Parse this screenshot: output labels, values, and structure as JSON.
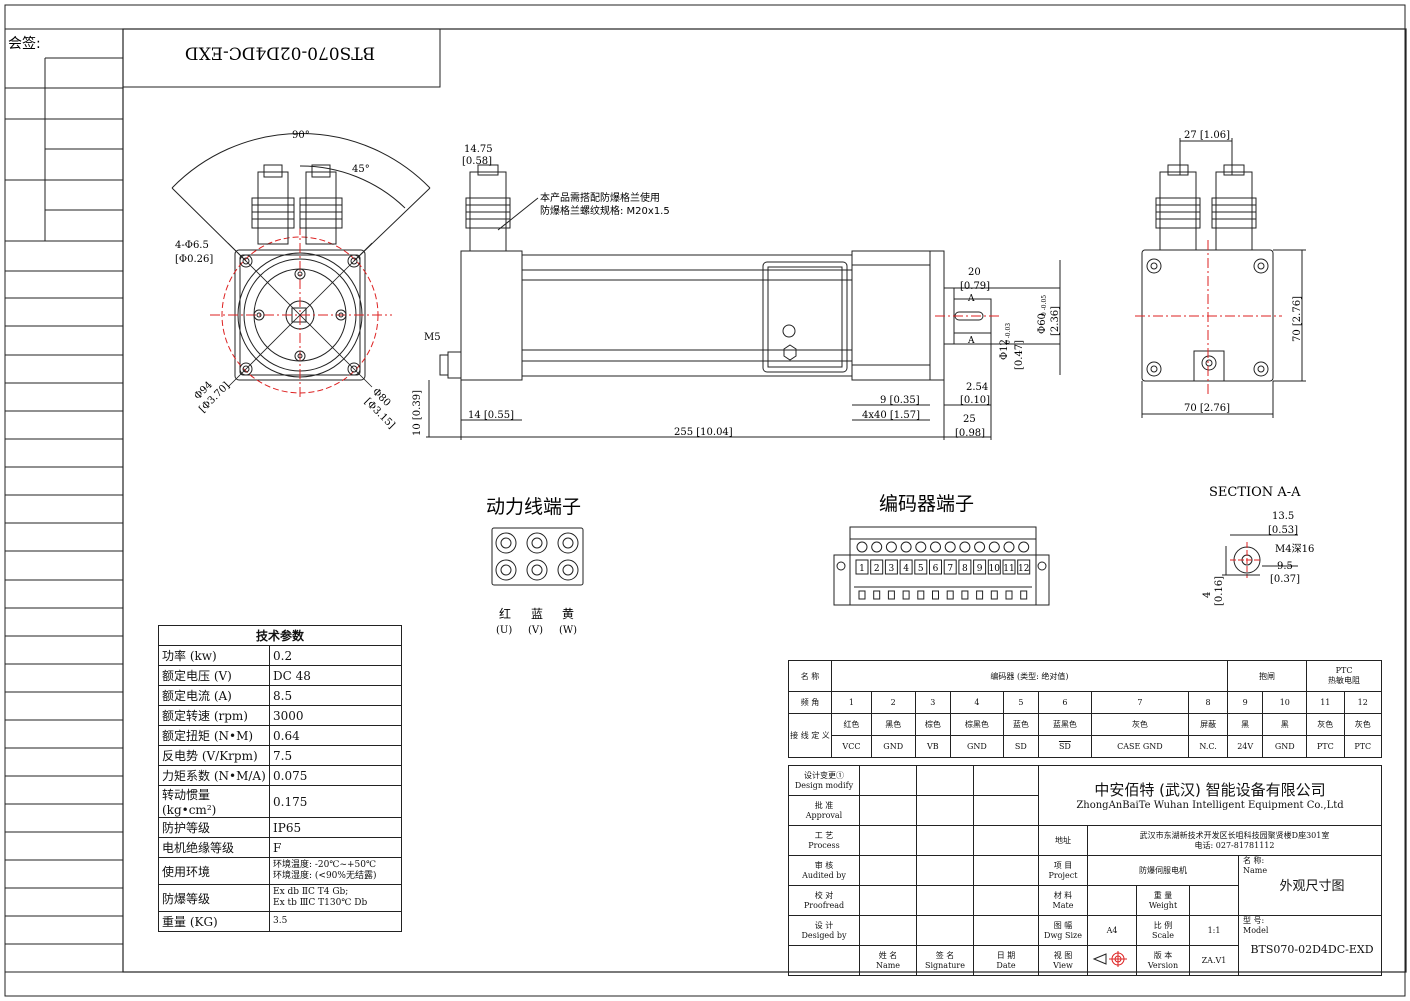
{
  "sheet": {
    "countersign_label": "会签:",
    "rotated_model": "BTS070-02D4DC-EXD"
  },
  "drawing": {
    "front": {
      "angle_90": "90°",
      "angle_45": "45°",
      "hole_mm": "4-Φ6.5",
      "hole_in": "[Φ0.26]",
      "pcd_mm": "Φ94",
      "pcd_in": "[Φ3.70]",
      "spigot_mm": "Φ80",
      "spigot_in": "[Φ3.15]"
    },
    "side": {
      "gland_mm": "14.75",
      "gland_in": "[0.58]",
      "note_line1": "本产品需搭配防爆格兰使用",
      "note_line2": "防爆格兰螺纹规格: M20x1.5",
      "m5": "M5",
      "d20_mm": "20",
      "d20_in": "[0.79]",
      "section_mark": "A",
      "shaft_mm": "Φ12",
      "shaft_tol": "0 -0.03",
      "shaft_in": "[0.47]",
      "spigot_mm": "Φ60",
      "spigot_tol": "0 -0.05",
      "spigot_in": "[2.36]",
      "d254_mm": "2.54",
      "d254_in": "[0.10]",
      "d9": "9 [0.35]",
      "d4x40": "4x40 [1.57]",
      "d25_mm": "25",
      "d25_in": "[0.98]",
      "d14": "14 [0.55]",
      "d255": "255 [10.04]",
      "d10": "10 [0.39]"
    },
    "end": {
      "d27": "27 [1.06]",
      "d70w": "70 [2.76]",
      "d70h": "70 [2.76]"
    },
    "power_title": "动力线端子",
    "power_pins": [
      {
        "color": "红",
        "phase": "(U)"
      },
      {
        "color": "蓝",
        "phase": "(V)"
      },
      {
        "color": "黄",
        "phase": "(W)"
      }
    ],
    "encoder_title": "编码器端子",
    "encoder_numbers": [
      "1",
      "2",
      "3",
      "4",
      "5",
      "6",
      "7",
      "8",
      "9",
      "10",
      "11",
      "12"
    ],
    "section": {
      "title": "SECTION A-A",
      "d135_mm": "13.5",
      "d135_in": "[0.53]",
      "m4": "M4深16",
      "d95_mm": "9.5",
      "d95_in": "[0.37]",
      "d4_mm": "4",
      "d4_in": "[0.16]"
    }
  },
  "specs": {
    "title": "技术参数",
    "rows": [
      {
        "label": "功率 (kw)",
        "value": "0.2"
      },
      {
        "label": "额定电压 (V)",
        "value": "DC 48"
      },
      {
        "label": "额定电流 (A)",
        "value": "8.5"
      },
      {
        "label": "额定转速 (rpm)",
        "value": "3000"
      },
      {
        "label": "额定扭矩 (N•M)",
        "value": "0.64"
      },
      {
        "label": "反电势 (V/Krpm)",
        "value": "7.5"
      },
      {
        "label": "力矩系数 (N•M/A)",
        "value": "0.075"
      },
      {
        "label": "转动惯量 (kg•cm²)",
        "value": "0.175"
      },
      {
        "label": "防护等级",
        "value": "IP65"
      },
      {
        "label": "电机绝缘等级",
        "value": "F"
      }
    ],
    "env_label": "使用环境",
    "env_line1": "环境温度: -20℃~+50℃",
    "env_line2": "环境湿度: (<90%无结露)",
    "ex_label": "防爆等级",
    "ex_line1": "Ex db ⅡC T4 Gb;",
    "ex_line2": "Ex tb ⅢC T130℃ Db",
    "weight_label": "重量 (KG)",
    "weight_value": "3.5"
  },
  "pinout": {
    "name_label": "名 称",
    "encoder_label": "编码器 (类型: 绝对值)",
    "brake_label": "抱闸",
    "ptc_label1": "PTC",
    "ptc_label2": "热敏电阻",
    "pin_label": "频 角",
    "pins": [
      "1",
      "2",
      "3",
      "4",
      "5",
      "6",
      "7",
      "8",
      "9",
      "10",
      "11",
      "12"
    ],
    "wiring_label": "接 线 定 义",
    "colors": [
      "红色",
      "黑色",
      "棕色",
      "棕黑色",
      "蓝色",
      "蓝黑色",
      "灰色",
      "屏蔽",
      "黑",
      "黑",
      "灰色",
      "灰色"
    ],
    "signals": [
      "VCC",
      "GND",
      "VB",
      "GND",
      "SD",
      "SD",
      "CASE GND",
      "N.C.",
      "24V",
      "GND",
      "PTC",
      "PTC"
    ]
  },
  "titleblock": {
    "design_modify": "设计变更①",
    "design_modify_en": "Design modify",
    "approval": "批 准",
    "approval_en": "Approval",
    "process": "工 艺",
    "process_en": "Process",
    "audited": "审 核",
    "audited_en": "Audited by",
    "proofread": "校 对",
    "proofread_en": "Proofread",
    "designed": "设 计",
    "designed_en": "Desiged by",
    "company_cn": "中安佰特 (武汉) 智能设备有限公司",
    "company_en": "ZhongAnBaiTe Wuhan Intelligent Equipment Co.,Ltd",
    "address_label": "地址",
    "address_line1": "武汉市东湖新技术开发区长咀科技园聚贤楼D座301室",
    "address_line2": "电话: 027-81781112",
    "project_label": "项 目",
    "project_en": "Project",
    "project_value": "防爆伺服电机",
    "name_label": "名 称:",
    "name_en": "Name",
    "name_value": "外观尺寸图",
    "material_label": "材 料",
    "material_en": "Mate",
    "weight_label": "重 量",
    "weight_en": "Weight",
    "size_label": "图 幅",
    "size_en": "Dwg Size",
    "size_value": "A4",
    "scale_label": "比 例",
    "scale_en": "Scale",
    "scale_value": "1:1",
    "model_label": "型 号:",
    "model_en": "Model",
    "model_value": "BTS070-02D4DC-EXD",
    "sig_name": "姓 名",
    "sig_name_en": "Name",
    "sig_sign": "签 名",
    "sig_sign_en": "Signature",
    "sig_date": "日 期",
    "sig_date_en": "Date",
    "view_label": "视 图",
    "view_en": "View",
    "version_label": "版 本",
    "version_en": "Version",
    "version_value": "ZA.V1"
  }
}
